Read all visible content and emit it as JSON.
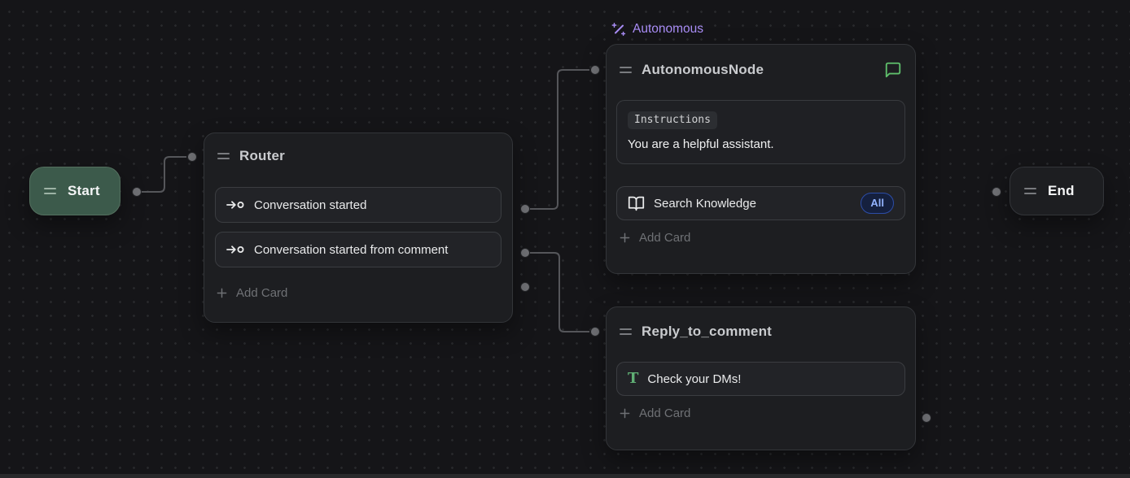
{
  "canvas": {
    "type": "workflow-editor"
  },
  "tag": {
    "autonomous_label": "Autonomous"
  },
  "nodes": {
    "start": {
      "title": "Start"
    },
    "router": {
      "title": "Router",
      "cards": [
        {
          "icon": "trigger-arrow-icon",
          "label": "Conversation started"
        },
        {
          "icon": "trigger-arrow-icon",
          "label": "Conversation started from comment"
        }
      ],
      "add_card_label": "Add Card"
    },
    "autonomous": {
      "title": "AutonomousNode",
      "instructions_label": "Instructions",
      "instructions_text": "You are a helpful assistant.",
      "knowledge_label": "Search Knowledge",
      "knowledge_badge": "All",
      "add_card_label": "Add Card"
    },
    "reply": {
      "title": "Reply_to_comment",
      "card_label": "Check your DMs!",
      "add_card_label": "Add Card"
    },
    "end": {
      "title": "End"
    }
  },
  "icons": {
    "drag_handle": "drag-handle-icon",
    "trigger": "trigger-arrow-icon",
    "wand": "wand-sparkles-icon",
    "chat": "message-square-icon",
    "book": "book-open-icon",
    "text": "text-T-icon",
    "plus": "plus-icon"
  },
  "colors": {
    "canvas_bg": "#151518",
    "grid_dot": "#28292c",
    "node_bg": "#1d1e21",
    "node_border": "#333539",
    "card_bg": "#222327",
    "card_border": "#3b3d41",
    "title_text": "#c9cbce",
    "card_text": "#eaebec",
    "muted_text": "#6f7175",
    "start_bg": "#3c5a4b",
    "start_border": "#54705f",
    "autonomous_accent": "#a98df6",
    "chat_icon_green": "#5fc06c",
    "text_icon_green": "#5fae74",
    "badge_text": "#93b3fe",
    "badge_bg": "#15203e",
    "badge_border": "#2c4da8",
    "wire": "#55565a",
    "port": "#707175"
  }
}
